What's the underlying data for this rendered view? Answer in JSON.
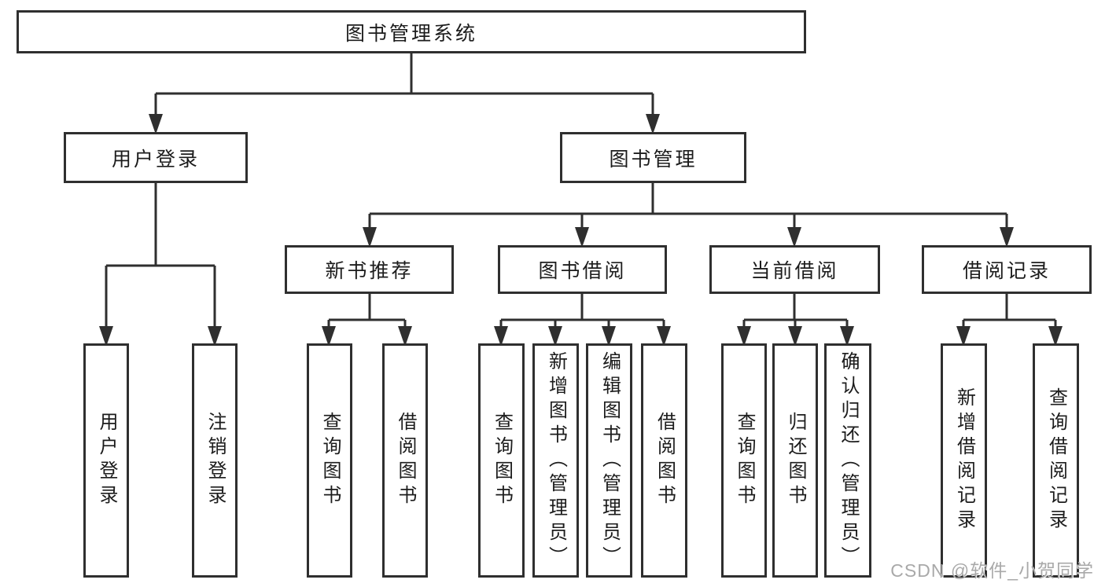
{
  "diagram": {
    "root": "图书管理系统",
    "level2": [
      "用户登录",
      "图书管理"
    ],
    "level3": [
      "新书推荐",
      "图书借阅",
      "当前借阅",
      "借阅记录"
    ],
    "leaves": {
      "user": [
        "用户登录",
        "注销登录"
      ],
      "recommend": [
        "查询图书",
        "借阅图书"
      ],
      "borrow": [
        "查询图书",
        "新增图书（管理员）",
        "编辑图书（管理员）",
        "借阅图书"
      ],
      "current": [
        "查询图书",
        "归还图书",
        "确认归还（管理员）"
      ],
      "records": [
        "新增借阅记录",
        "查询借阅记录"
      ]
    }
  },
  "watermark": "CSDN @软件_小贺同学",
  "colors": {
    "line": "#2f2f2f",
    "text": "#1c1c1c",
    "watermark": "#a9a9a9",
    "background": "#ffffff"
  }
}
